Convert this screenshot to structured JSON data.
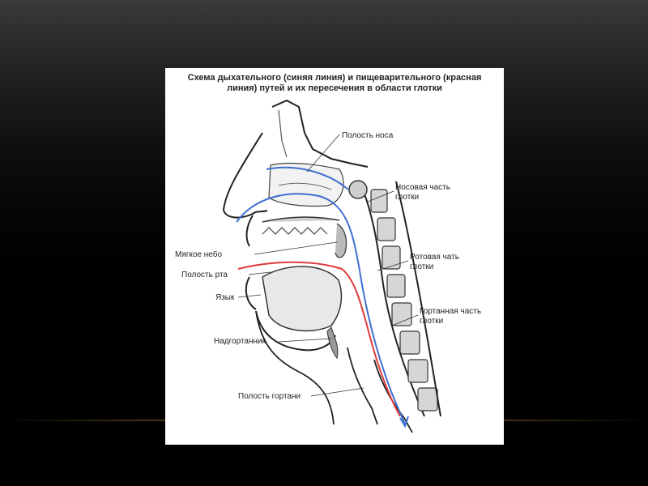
{
  "slide": {
    "title_line_1": "Схема дыхательного (синяя линия) и пищеварительного (красная",
    "title_line_2": "линия) путей и их пересечения в области глотки"
  },
  "labels": {
    "nasal_cavity": "Полость носа",
    "nasopharynx_1": "Носовая часть",
    "nasopharynx_2": "глотки",
    "soft_palate": "Мягкое небо",
    "oral_cavity": "Полость рта",
    "oropharynx_1": "Ротовая чать",
    "oropharynx_2": "глотки",
    "tongue": "Язык",
    "laryngopharynx_1": "Гортанная часть",
    "laryngopharynx_2": "глотки",
    "epiglottis": "Надгортанник",
    "larynx_cavity": "Полость гортани"
  },
  "colors": {
    "respiratory_path": "#3f6fd1",
    "digestive_path": "#e03a3a",
    "slide_background": "#000000",
    "accent_line": "#8a6d2a"
  }
}
